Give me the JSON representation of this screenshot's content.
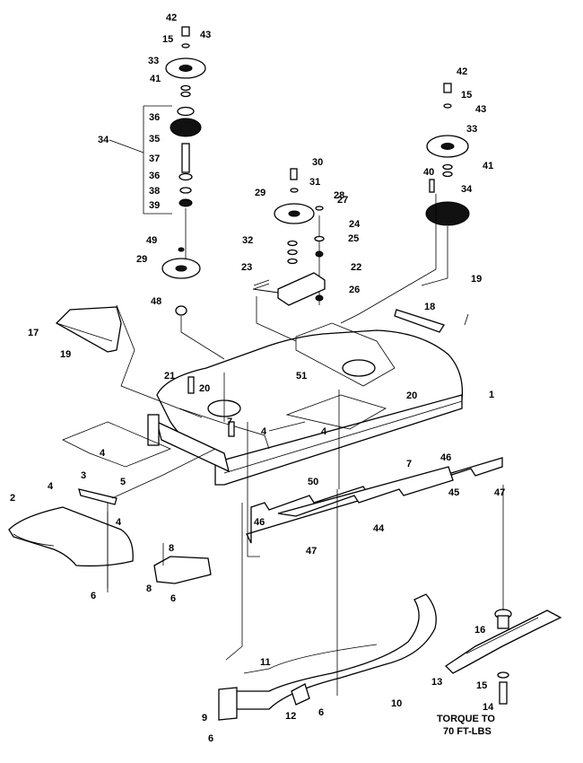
{
  "callouts": {
    "n1": "1",
    "n2": "2",
    "n3": "3",
    "n4": "4",
    "n5": "5",
    "n6": "6",
    "n7": "7",
    "n8": "8",
    "n9": "9",
    "n10": "10",
    "n11": "11",
    "n12": "12",
    "n13": "13",
    "n14": "14",
    "n15": "15",
    "n16": "16",
    "n17": "17",
    "n18": "18",
    "n19": "19",
    "n20": "20",
    "n21": "21",
    "n22": "22",
    "n23": "23",
    "n24": "24",
    "n25": "25",
    "n26": "26",
    "n27": "27",
    "n28": "28",
    "n29": "29",
    "n30": "30",
    "n31": "31",
    "n32": "32",
    "n33": "33",
    "n34": "34",
    "n35": "35",
    "n36": "36",
    "n37": "37",
    "n38": "38",
    "n39": "39",
    "n40": "40",
    "n41": "41",
    "n42": "42",
    "n43": "43",
    "n44": "44",
    "n45": "45",
    "n46": "46",
    "n47": "47",
    "n48": "48",
    "n49": "49",
    "n50": "50",
    "n51": "51"
  },
  "note": {
    "line1": "TORQUE TO",
    "line2": "70 FT-LBS"
  }
}
